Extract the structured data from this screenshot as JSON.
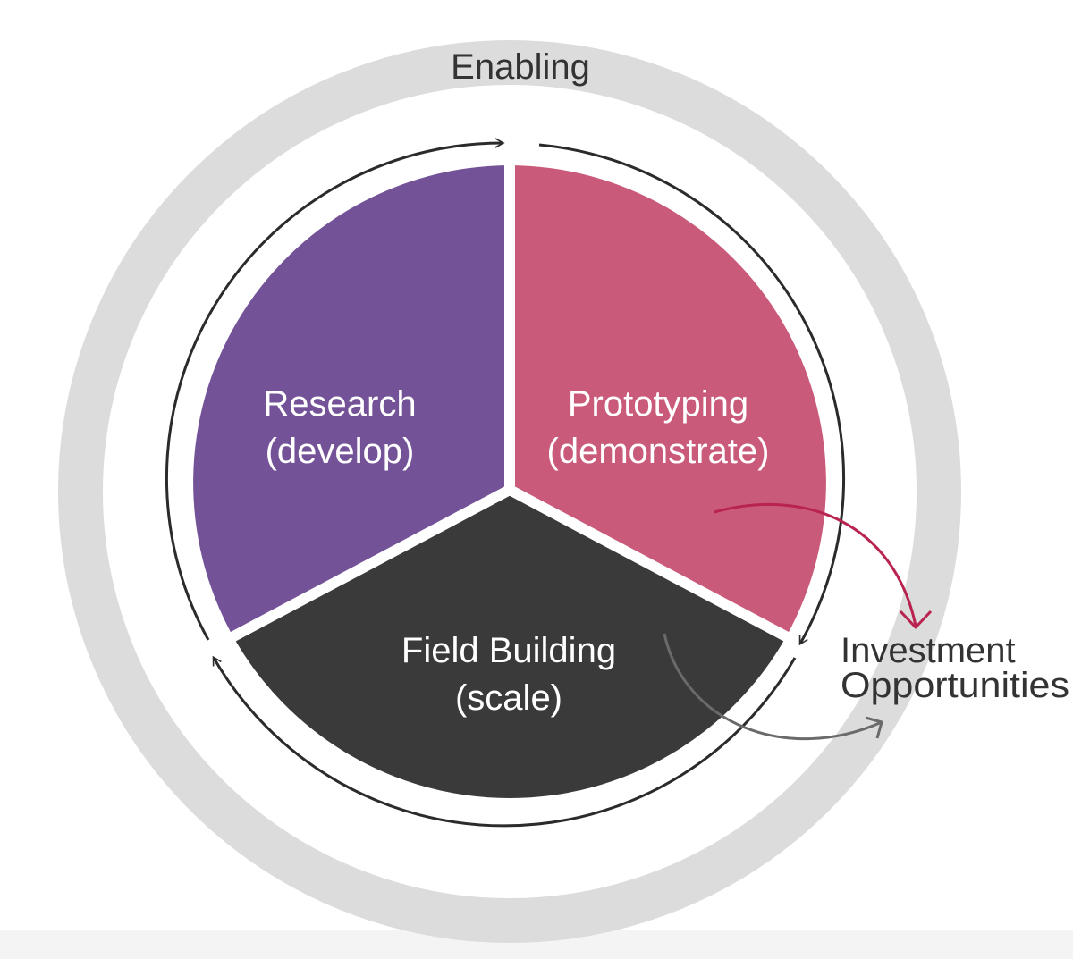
{
  "outer_ring": {
    "label": "Enabling",
    "color": "#dcdcdc"
  },
  "segments": [
    {
      "id": "research",
      "line1": "Research",
      "line2": "(develop)",
      "color": "#735298"
    },
    {
      "id": "prototyping",
      "line1": "Prototyping",
      "line2": "(demonstrate)",
      "color": "#c95a7a"
    },
    {
      "id": "field-building",
      "line1": "Field Building",
      "line2": "(scale)",
      "color": "#3a3a3a"
    }
  ],
  "outcome": {
    "line1": "Investment",
    "line2": "Opportunities",
    "text_color": "#333333"
  },
  "arrows": {
    "cycle_color": "#2b2b2b",
    "prototyping_arrow_color": "#b8244f",
    "field_arrow_color": "#6a6a6a"
  }
}
